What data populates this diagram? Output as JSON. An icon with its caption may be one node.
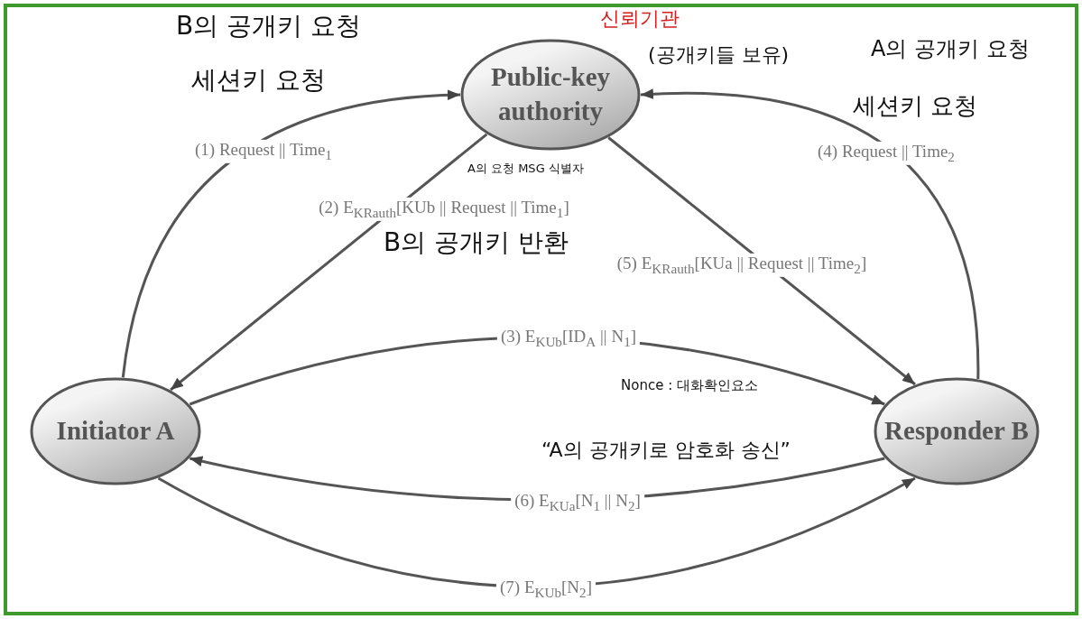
{
  "diagram": {
    "nodes": [
      {
        "text": [
          "Public-key authority"
        ],
        "beside": [
          "신뢰기관",
          "(공개키들 보유)"
        ]
      },
      {
        "text": [
          "Initiator A"
        ]
      },
      {
        "text": [
          "Responder B"
        ]
      }
    ],
    "edges": [
      {
        "from": 1,
        "to": 0,
        "arrow": "to",
        "label": "(1) Request || Time$_{1}$"
      },
      {
        "from": 0,
        "to": 1,
        "arrow": "to",
        "label": "(2) E$_{KRauth}$[KUb || Request || Time$_{1}$]"
      },
      {
        "from": 1,
        "to": 2,
        "arrow": "to",
        "label": "(3) E$_{KUb}$[ID$_{A}$ || N$_{1}$]"
      },
      {
        "from": 2,
        "to": 0,
        "arrow": "to",
        "label": "(4) Request || Time$_{2}$"
      },
      {
        "from": 0,
        "to": 2,
        "arrow": "to",
        "label": "(5) E$_{KRauth}$[KUa || Request || Time$_{2}$]"
      },
      {
        "from": 2,
        "to": 1,
        "arrow": "to",
        "label": "(6) E$_{KUa}$[N$_{1}$ || N$_{2}$]"
      },
      {
        "from": 1,
        "to": 2,
        "arrow": "to",
        "label": "(7) E$_{KUb}$[N$_{2}$]"
      }
    ],
    "labels": [
      "B의 공개키 요청",
      "세션키 요청",
      "A의 공개키 요청",
      "세션키 요청",
      "A의 요청 MSG 식별자",
      "B의 공개키 반환",
      "Nonce : 대화확인요소",
      "“A의 공개키로 암호화 송신”"
    ]
  }
}
